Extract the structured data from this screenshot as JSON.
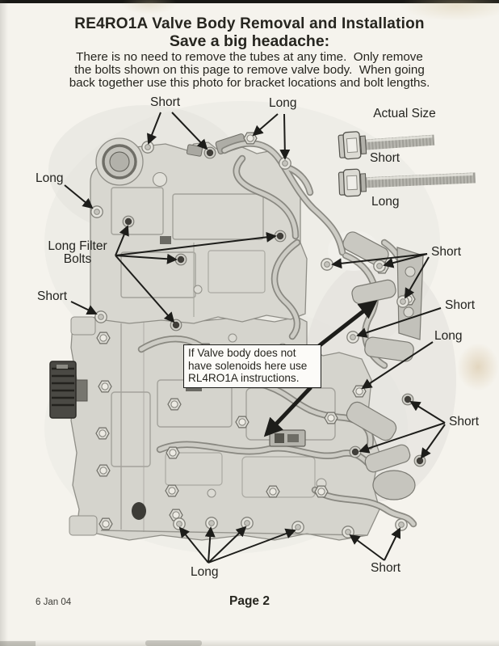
{
  "header": {
    "title": "RE4RO1A Valve Body Removal and Installation",
    "subtitle": "Save a big headache:",
    "intro": [
      "There is no need to remove the tubes at any time.  Only remove",
      "the bolts shown on this page to remove valve body.  When going",
      "back together use this photo for bracket locations and bolt lengths."
    ]
  },
  "legend": {
    "title": "Actual Size",
    "short_label": "Short",
    "long_label": "Long"
  },
  "callouts": {
    "top_short": "Short",
    "top_long": "Long",
    "left_long": "Long",
    "filter_line1": "Long Filter",
    "filter_line2": "Bolts",
    "left_short": "Short",
    "right_short_a": "Short",
    "right_short_b": "Short",
    "right_long": "Long",
    "right_short_c": "Short",
    "bottom_long": "Long",
    "bottom_short": "Short"
  },
  "note_box": {
    "lines": [
      "If Valve body does not",
      "have solenoids here use",
      "RL4RO1A instructions."
    ]
  },
  "footer": {
    "date": "6 Jan 04",
    "page_number": "Page 2"
  }
}
